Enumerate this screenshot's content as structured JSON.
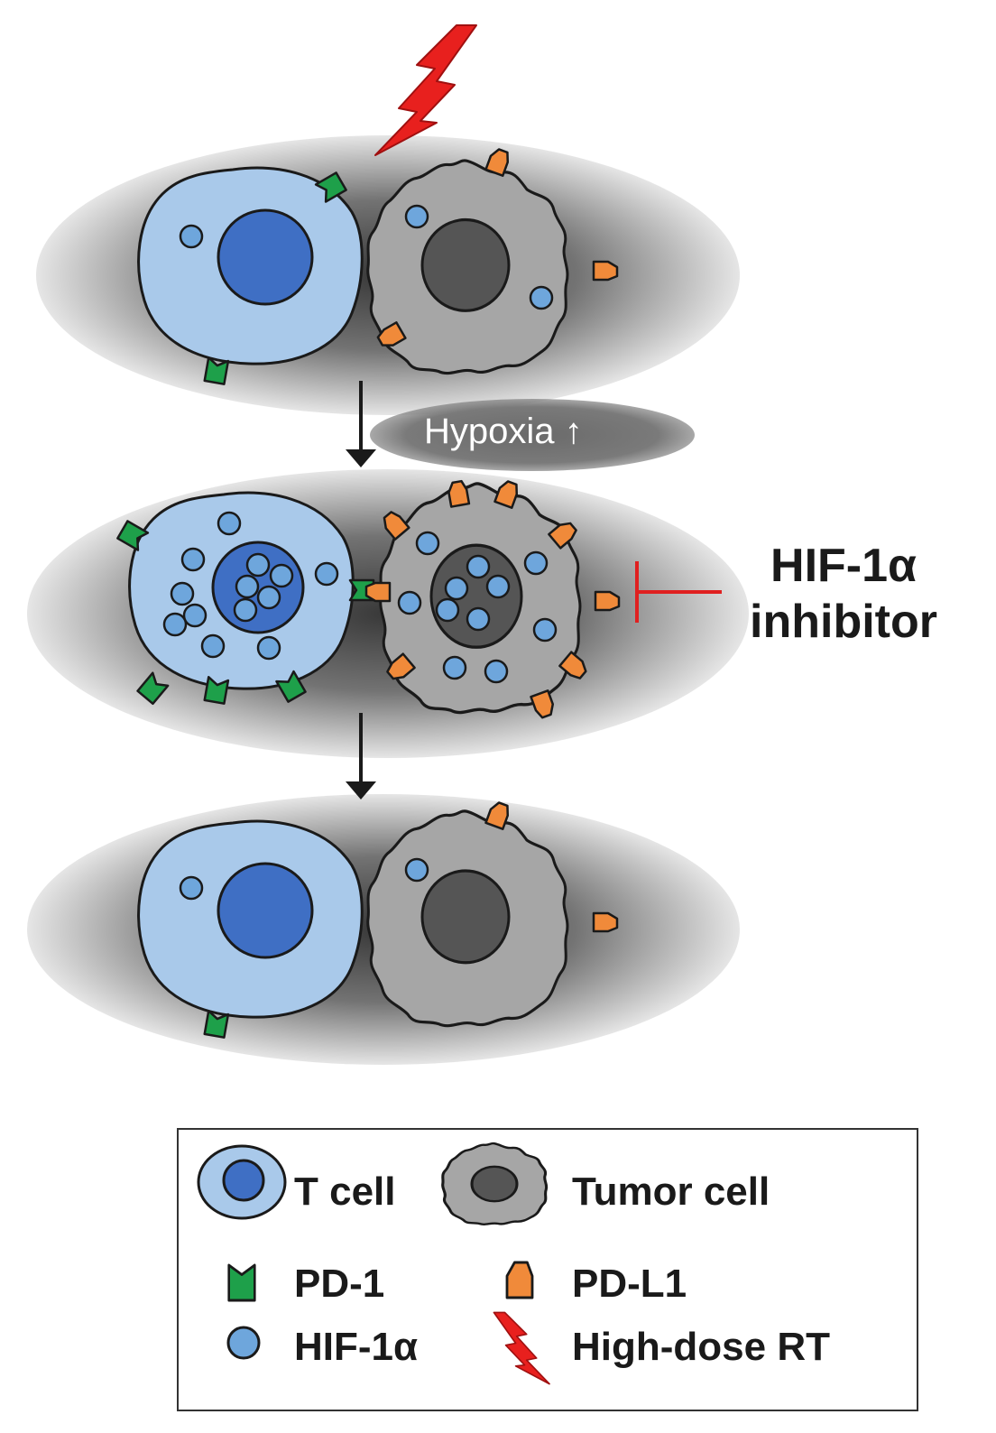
{
  "annotations": {
    "hypoxia": "Hypoxia",
    "hypoxia_arrow": "↑",
    "inhibitor_line1": "HIF-1α",
    "inhibitor_line2": "inhibitor"
  },
  "legend": {
    "items": [
      {
        "icon": "t-cell-icon",
        "label": "T cell"
      },
      {
        "icon": "tumor-cell-icon",
        "label": "Tumor cell"
      },
      {
        "icon": "pd-1-icon",
        "label": "PD-1"
      },
      {
        "icon": "pd-l1-icon",
        "label": "PD-L1"
      },
      {
        "icon": "hif-1a-icon",
        "label": "HIF-1α"
      },
      {
        "icon": "lightning-icon",
        "label": "High-dose RT"
      }
    ]
  },
  "colors": {
    "t_cell_fill": "#a9c9ea",
    "t_cell_nucleus": "#3f6fc4",
    "tumor_fill": "#a6a6a6",
    "tumor_nucleus": "#555555",
    "hif_dot": "#6ea6dc",
    "pd1": "#1ea04a",
    "pdl1": "#f08a3a",
    "lightning": "#e8201e",
    "inhibition": "#e02020"
  }
}
